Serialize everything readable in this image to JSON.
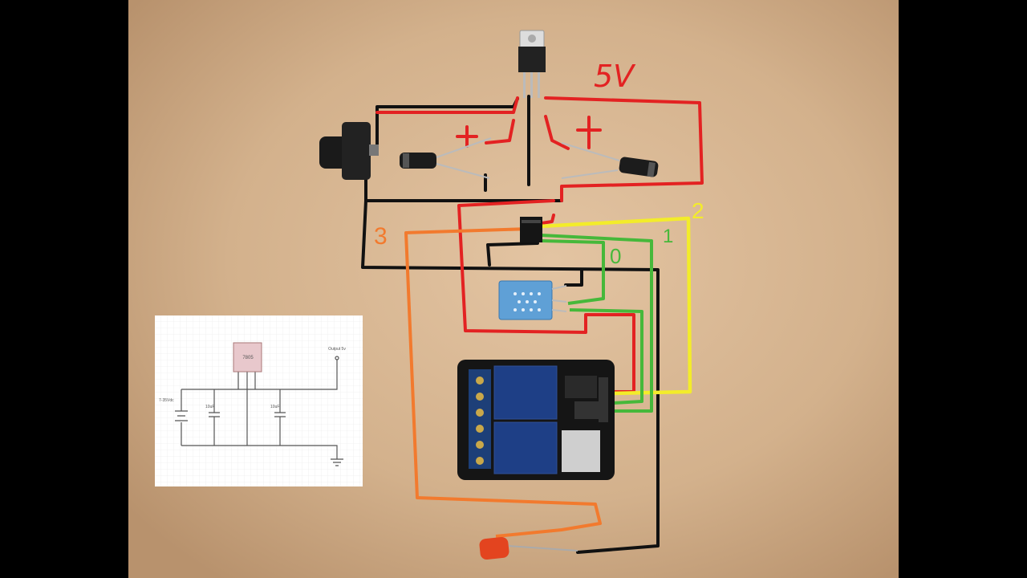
{
  "annotations": {
    "voltage": "5V",
    "plus_left": "+",
    "plus_right": "+",
    "wire_0": "0",
    "wire_1": "1",
    "wire_2": "2",
    "wire_3": "3"
  },
  "schematic": {
    "regulator": "7805",
    "input": "7-35Vdc",
    "cap_left": "10uF",
    "cap_right": "10uF",
    "output": "Output 5v"
  },
  "colors": {
    "table": "#d6b48f",
    "wire_red": "#e32222",
    "wire_black": "#111111",
    "wire_yellow": "#f3ec2a",
    "wire_green": "#46b83a",
    "wire_orange": "#f27a2e"
  },
  "icons": [
    "regulator",
    "dc-jack",
    "capacitor",
    "sensor",
    "relay-board",
    "led"
  ]
}
